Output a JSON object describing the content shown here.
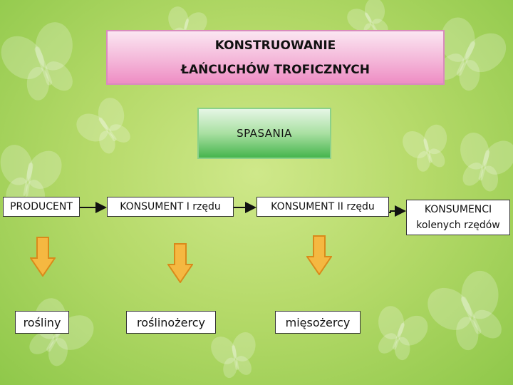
{
  "title": {
    "line1": "KONSTRUOWANIE",
    "line2": "ŁAŃCUCHÓW TROFICZNYCH"
  },
  "subtitle": "SPASANIA",
  "chain": [
    "PRODUCENT",
    "KONSUMENT I rzędu",
    "KONSUMENT II rzędu",
    "KONSUMENCI kolenych rzędów"
  ],
  "examples": [
    "rośliny",
    "roślinożercy",
    "mięsożercy"
  ],
  "colors": {
    "arrow_fill": "#f5b841",
    "arrow_stroke": "#d98a1a",
    "title_bg": "#f4b7d9",
    "subtitle_bg": "#46b54d"
  },
  "decoration": "butterfly-pattern"
}
